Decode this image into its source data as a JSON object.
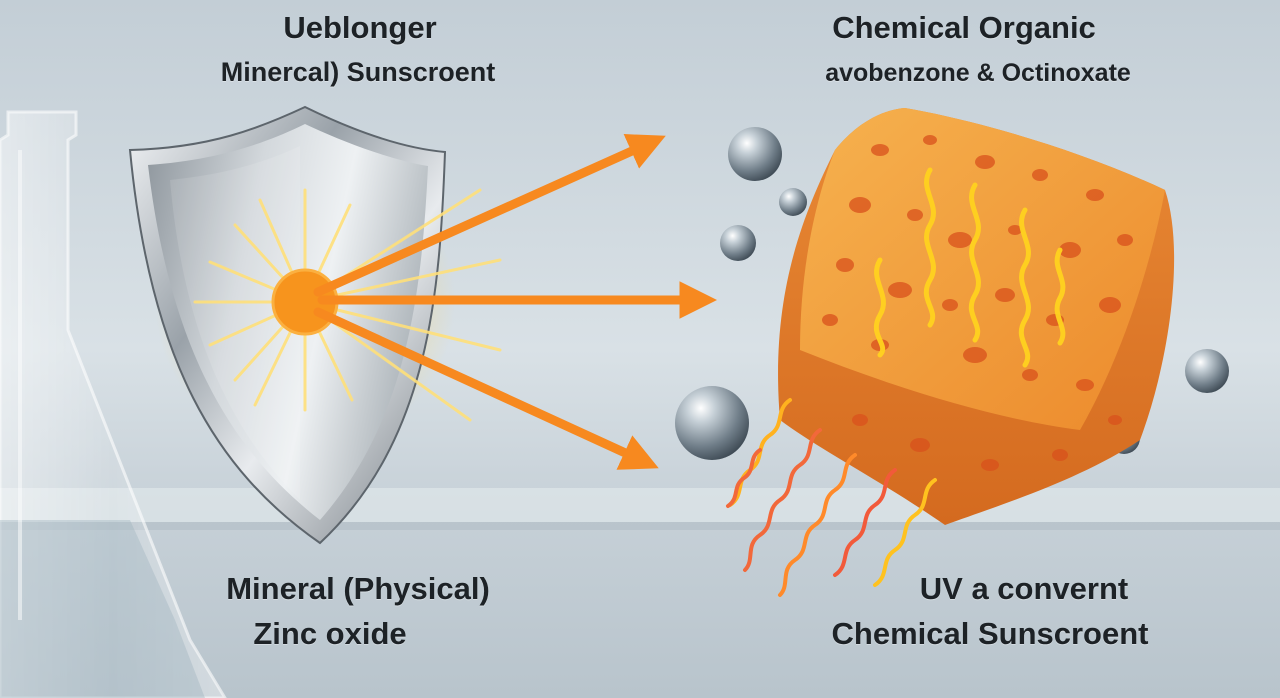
{
  "labels": {
    "top_left_line1": "Ueblonger",
    "top_left_line2": "Minercal) Sunscroent",
    "top_right_line1": "Chemical Organic",
    "top_right_line2": "avobenzone & Octinoxate",
    "bottom_left_line1": "Mineral (Physical)",
    "bottom_left_line2": "Zinc oxide",
    "bottom_right_line1": "UV a convernt",
    "bottom_right_line2": "Chemical Sunscroent"
  },
  "colors": {
    "uv_orange": "#f7891f",
    "sun_core": "#f7941d",
    "sponge_orange": "#f29a3a",
    "sponge_pore": "#d9511c",
    "shield_silver": "#c9ced3",
    "heat_wave": "#ffd21f",
    "background": "#cfd9e0",
    "text": "#1d2226"
  },
  "icons": {
    "shield": "shield-icon",
    "sun": "sun-burst-icon",
    "sponge": "sponge-icon",
    "bubble": "sphere-icon",
    "flask": "flask-icon",
    "arrow": "arrow-right-icon"
  }
}
